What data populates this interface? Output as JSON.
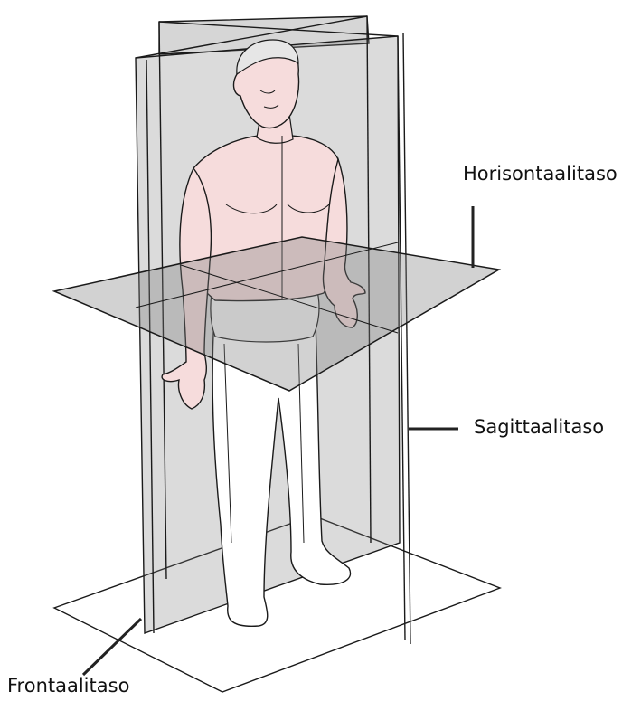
{
  "labels": {
    "horizontal": "Horisontaalitaso",
    "sagittal": "Sagittaalitaso",
    "frontal": "Frontaalitaso"
  },
  "colors": {
    "background": "#ffffff",
    "outline": "#1a1a1a",
    "plane_fill": "#7f7f7f",
    "skin": "#f6dcdc",
    "leader": "#222222"
  }
}
